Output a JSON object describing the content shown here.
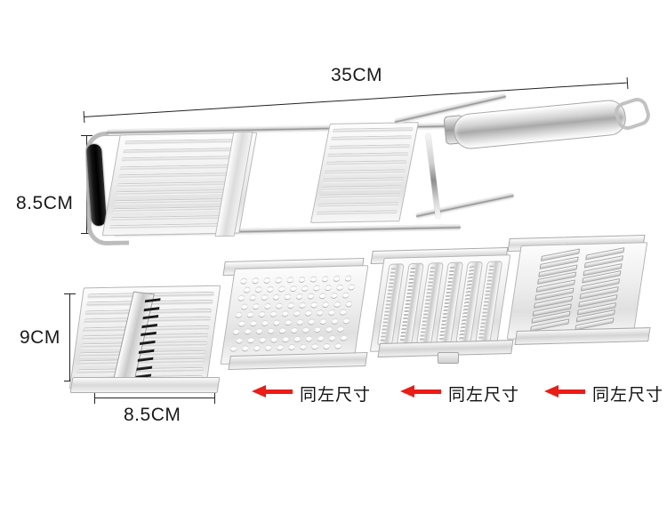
{
  "image": {
    "subject": "stainless-steel-mandoline-slicer-with-interchangeable-blade-plates",
    "background_color": "#ffffff"
  },
  "dimensions": {
    "overall_length": {
      "label": "35CM",
      "axis": "horizontal",
      "applies_to": "main-slicer-frame"
    },
    "overall_width": {
      "label": "8.5CM",
      "axis": "vertical",
      "applies_to": "main-slicer-frame"
    },
    "plate_height": {
      "label": "9CM",
      "axis": "vertical",
      "applies_to": "blade-insert-plate-1"
    },
    "plate_width": {
      "label": "8.5CM",
      "axis": "horizontal",
      "applies_to": "blade-insert-plate-1"
    }
  },
  "annotations": [
    {
      "id": "note-1",
      "arrow": "left-arrow",
      "arrow_color": "#ec1c16",
      "text": "同左尺寸"
    },
    {
      "id": "note-2",
      "arrow": "left-arrow",
      "arrow_color": "#ec1c16",
      "text": "同左尺寸"
    },
    {
      "id": "note-3",
      "arrow": "left-arrow",
      "arrow_color": "#ec1c16",
      "text": "同左尺寸"
    }
  ],
  "product": {
    "main_unit": {
      "name": "mandoline-slicer-body",
      "parts": [
        {
          "name": "rubber-grip",
          "color": "#0d0d0d"
        },
        {
          "name": "wire-frame",
          "color": "#c8c8c8"
        },
        {
          "name": "cylindrical-handle",
          "color": "#d0d0d0"
        },
        {
          "name": "hanging-loop",
          "color": "#c2c2c2"
        },
        {
          "name": "ribbed-slicing-bed",
          "color": "#ededed"
        }
      ]
    },
    "blade_plates": [
      {
        "index": 1,
        "name": "ribbed-plate-with-diagonal-blade",
        "rib_count": 11
      },
      {
        "index": 2,
        "name": "perforated-grater-plate",
        "hole_rows": 9,
        "hole_cols": 10
      },
      {
        "index": 3,
        "name": "julienne-rod-plate",
        "rod_count": 6
      },
      {
        "index": 4,
        "name": "slotted-tooth-plate",
        "columns": 2,
        "teeth_per_column": 10
      }
    ]
  }
}
